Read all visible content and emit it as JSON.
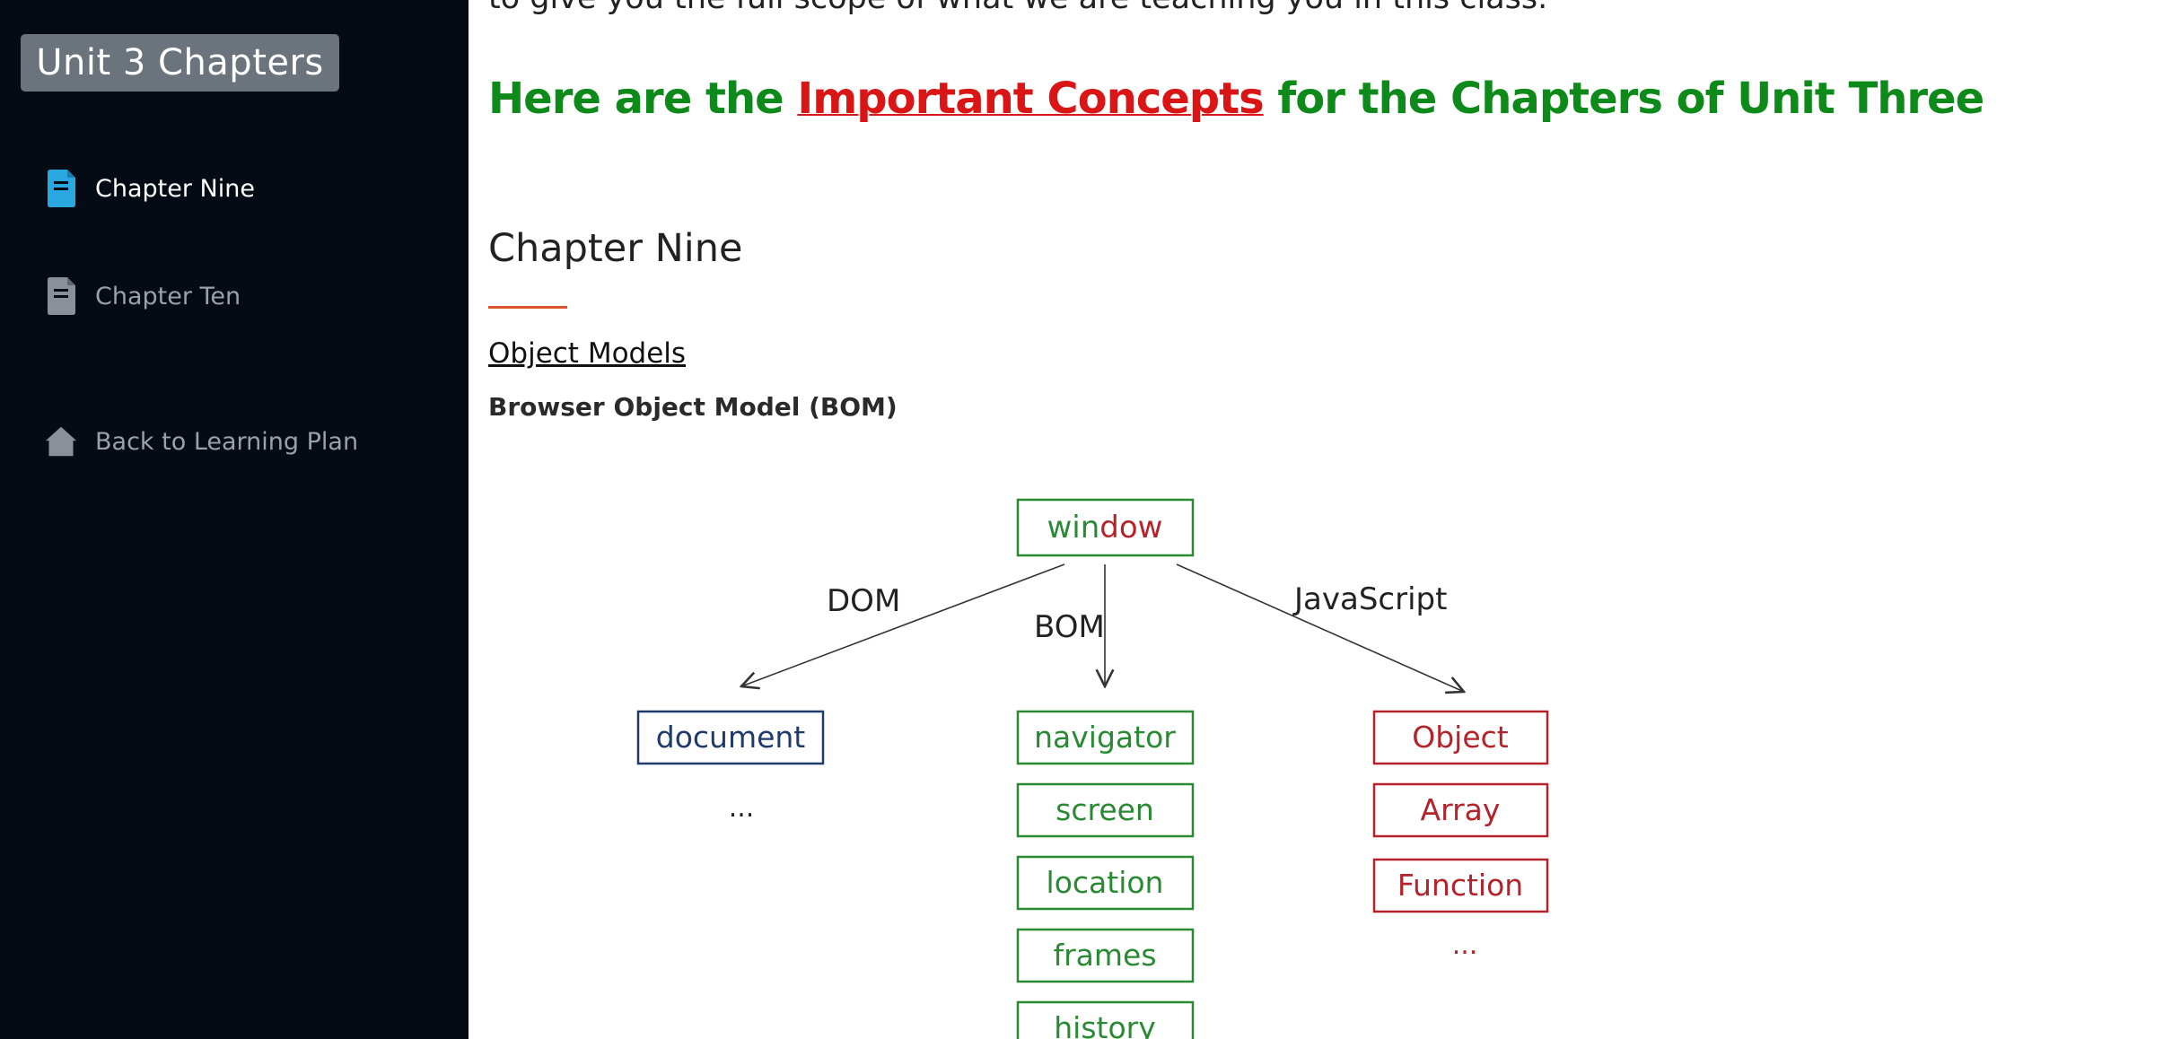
{
  "sidebar": {
    "title": "Unit 3 Chapters",
    "items": [
      {
        "label": "Chapter Nine",
        "icon": "document-icon",
        "active": true
      },
      {
        "label": "Chapter Ten",
        "icon": "document-icon",
        "active": false
      },
      {
        "label": "Back to Learning Plan",
        "icon": "home-icon",
        "active": false
      }
    ]
  },
  "content": {
    "intro_tail": "to give you the full scope of what we are teaching you in this class.",
    "headline": {
      "before": "Here are the ",
      "highlight": "Important Concepts",
      "after": " for the Chapters of Unit Three"
    },
    "chapter_title": "Chapter Nine",
    "section_link": "Object Models",
    "subsection_title": "Browser Object Model (BOM)"
  },
  "diagram": {
    "root": {
      "part1": "win",
      "part2": "dow"
    },
    "branch_labels": {
      "dom": "DOM",
      "bom": "BOM",
      "js": "JavaScript"
    },
    "dom_nodes": [
      "document"
    ],
    "dom_more": "...",
    "bom_nodes": [
      "navigator",
      "screen",
      "location",
      "frames",
      "history"
    ],
    "js_nodes": [
      "Object",
      "Array",
      "Function"
    ],
    "js_more": "...",
    "colors": {
      "dom": "#1f3a6b",
      "bom": "#2a8a34",
      "js": "#b5232a",
      "accent": "#d9532b"
    }
  }
}
